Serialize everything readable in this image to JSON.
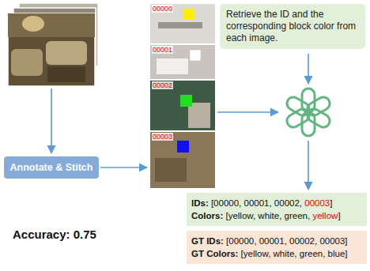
{
  "diagram": {
    "nodes": [
      {
        "text": [
          "Annotate & Stitch"
        ]
      },
      {
        "text": [
          "Retrieve the ID and the corresponding block color from each image."
        ]
      },
      {
        "text": [
          "IDs: [00000, 00001, 00002, 00003]",
          "Colors: [yellow, white, green, yellow]"
        ]
      },
      {
        "text": [
          "GT IDs: [00000, 00001, 00002, 00003]",
          "GT Colors: [yellow, white, green, blue]"
        ]
      }
    ],
    "labels": [
      "00000",
      "00001",
      "00002",
      "00003",
      "Accuracy: 0.75"
    ]
  }
}
